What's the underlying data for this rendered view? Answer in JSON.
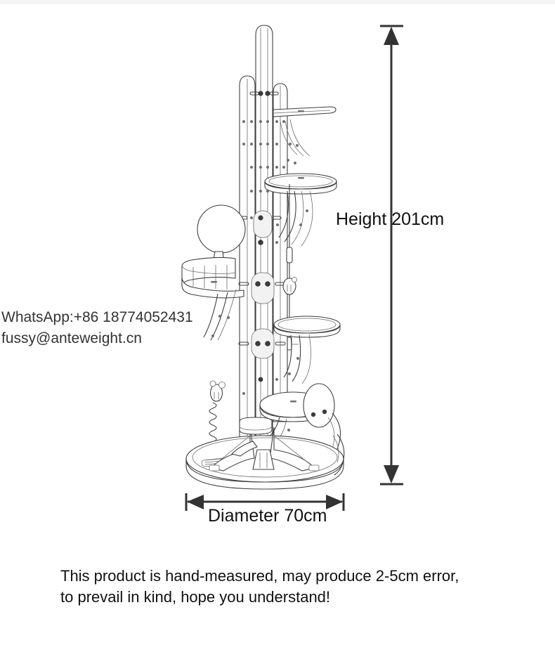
{
  "document": {
    "type": "product-dimension-diagram",
    "subject": "cat tree tower"
  },
  "annotations": {
    "height_label": "Height 201cm",
    "diameter_label": "Diameter 70cm"
  },
  "contact": {
    "whatsapp": "WhatsApp:+86 18774052431",
    "email": "fussy@anteweight.cn"
  },
  "disclaimer": {
    "line1": "This product is hand-measured, may produce 2-5cm error,",
    "line2": "to prevail in kind, hope you understand!"
  },
  "measurements": {
    "height_cm": 201,
    "diameter_cm": 70,
    "tolerance_cm": "2-5"
  },
  "icons": {
    "height_arrow": "double-arrow-vertical-icon",
    "diameter_arrow": "double-arrow-horizontal-icon"
  },
  "colors": {
    "line": "#3a3a3a",
    "text": "#111111",
    "contact_text": "#333333",
    "background": "#ffffff",
    "band": "#f4f4f4"
  }
}
